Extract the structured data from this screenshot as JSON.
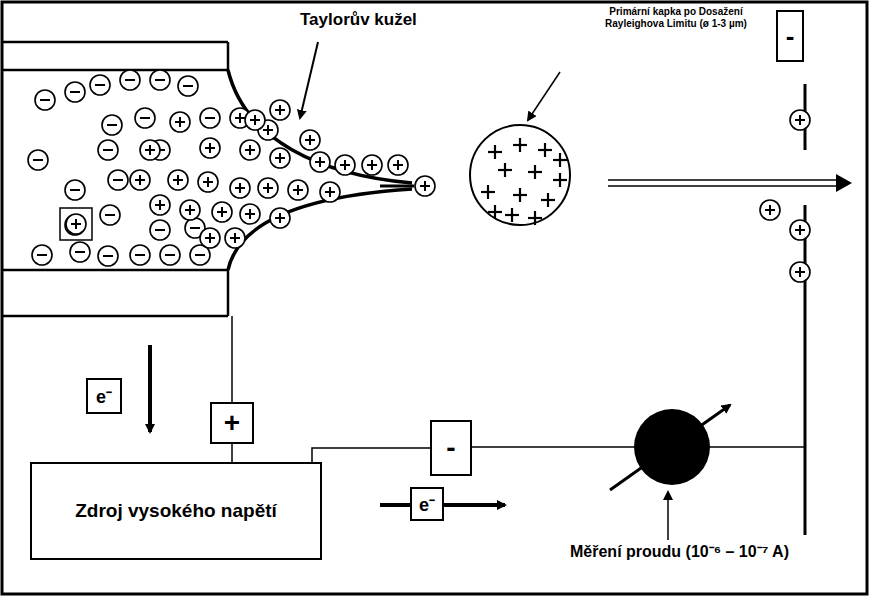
{
  "diagram": {
    "nodes": [
      {
        "text": [
          "-"
        ]
      },
      {
        "text": [
          "e⁻"
        ]
      },
      {
        "text": [
          "+"
        ]
      },
      {
        "text": [
          "Zdroj vysokého napětí"
        ]
      },
      {
        "text": [
          "-"
        ]
      },
      {
        "text": [
          "e⁻"
        ]
      }
    ],
    "edges": [
      {
        "from": 2,
        "to": 3,
        "arrow": "none"
      },
      {
        "from": 3,
        "to": 4,
        "arrow": "none"
      }
    ],
    "labels": [
      "Taylorův kužel",
      "Primární kapka po Dosažení Rayleighova Limitu (ø 1-3 µm)",
      "Měření proudu (10⁻⁶ – 10⁻⁷ A)"
    ]
  }
}
